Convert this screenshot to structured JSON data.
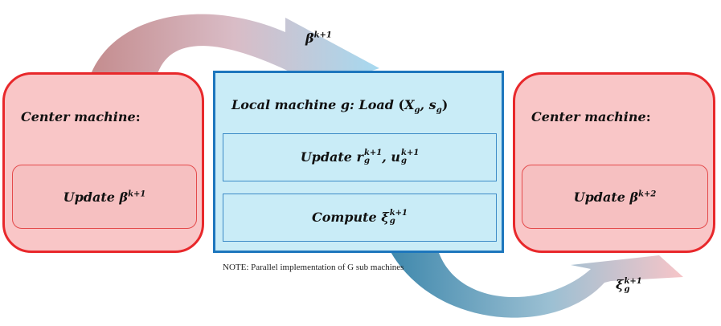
{
  "arrows": {
    "top_label": {
      "main": "β",
      "sup": "k+1"
    },
    "bottom_label": {
      "main": "ξ",
      "sup": "k+1",
      "sub": "g"
    },
    "colors": {
      "red": "#c9878a",
      "blue": "#9fd6ee",
      "dark_blue": "#3e89ad",
      "pink": "#f6c3c6"
    }
  },
  "left_center": {
    "title": "Center machine",
    "colon": ":",
    "inner": {
      "prefix": "Update ",
      "main": "β",
      "sup": "k+1"
    }
  },
  "local": {
    "title_prefix": "Local machine ",
    "title_g": "g",
    "title_mid": ":  Load ",
    "load_open": "(",
    "load_x": "X",
    "load_x_sub": "g",
    "load_comma": ", ",
    "load_s": "s",
    "load_s_sub": "g",
    "load_close": ")",
    "update": {
      "prefix": "Update ",
      "r": "r",
      "r_sup": "k+1",
      "r_sub": "g",
      "comma": ", ",
      "u": "u",
      "u_sup": "k+1",
      "u_sub": "g"
    },
    "compute": {
      "prefix": "Compute ",
      "main": "ξ",
      "sup": "k+1",
      "sub": "g"
    }
  },
  "right_center": {
    "title": "Center machine",
    "colon": ":",
    "inner": {
      "prefix": "Update ",
      "main": "β",
      "sup": "k+2"
    }
  },
  "note": "NOTE: Parallel implementation of G sub machines"
}
